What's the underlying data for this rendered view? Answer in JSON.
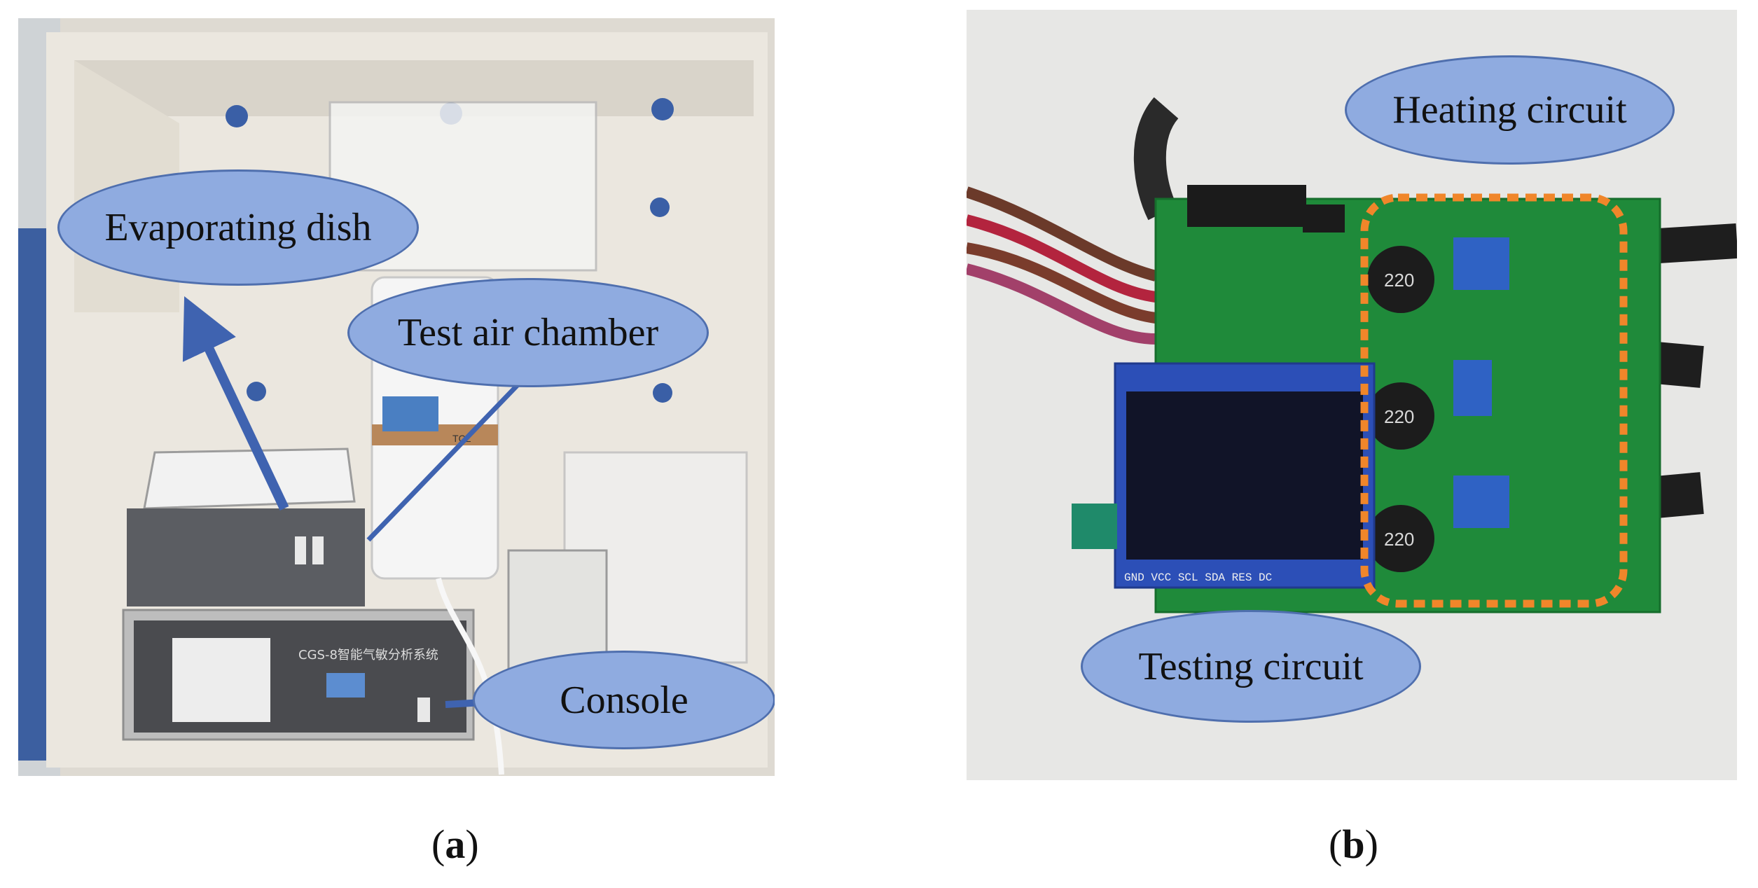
{
  "figure": {
    "panel_a": {
      "caption_letter": "a",
      "labels": {
        "evaporating_dish": "Evaporating dish",
        "test_air_chamber": "Test air chamber",
        "console": "Console"
      },
      "device_text": {
        "console_model": "CGS-8智能气敏分析系统",
        "chamber_tag": "TCL"
      }
    },
    "panel_b": {
      "caption_letter": "b",
      "labels": {
        "heating_circuit": "Heating circuit",
        "testing_circuit": "Testing circuit"
      },
      "board_text": {
        "inductor_marking": "220",
        "pin_header": "GND VCC SCL SDA RES DC"
      }
    },
    "colors": {
      "callout_fill": "#8fabe0",
      "callout_border": "#4f6fae",
      "arrow": "#3f63b0",
      "heating_outline": "#f0862a",
      "pcb": "#1f8a3a"
    }
  }
}
